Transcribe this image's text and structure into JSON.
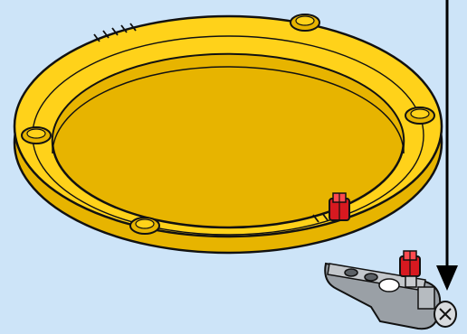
{
  "scene": {
    "background_color": "#cde4f8",
    "ring_color": "#ffd21a",
    "ring_shadow_color": "#e7b400",
    "beam_color": "#9aa0a6",
    "peg_color": "#d71920",
    "arrow_color": "#000000",
    "outline_color": "#111111"
  },
  "icons": {
    "ring": "yellow-ring-piece",
    "beam": "gray-beam-with-axle",
    "peg": "red-connector-peg",
    "arrow": "down-arrow"
  }
}
